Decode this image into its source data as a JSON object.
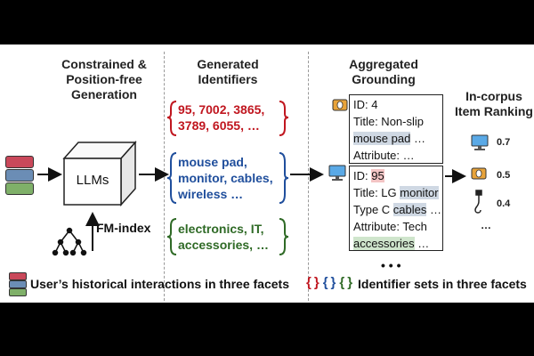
{
  "headers": {
    "generation": [
      "Constrained &",
      "Position-free",
      "Generation"
    ],
    "identifiers": [
      "Generated",
      "Identifiers"
    ],
    "grounding": [
      "Aggregated",
      "Grounding"
    ],
    "ranking": [
      "In-corpus",
      "Item Ranking"
    ]
  },
  "model": {
    "label": "LLMs",
    "index_label": "FM-index"
  },
  "identifier_sets": {
    "ids": [
      "95, 7002, 3865,",
      "3789, 6055, …"
    ],
    "titles": [
      "mouse pad,",
      "monitor, cables,",
      "wireless …"
    ],
    "attributes": [
      "electronics, IT,",
      "accessories, …"
    ]
  },
  "card1": {
    "id_line": "ID: 4",
    "title_prefix": "Title: Non-slip",
    "title_highlight": "mouse pad",
    "title_suffix": " …",
    "attr_line": "Attribute: …"
  },
  "card2": {
    "id_prefix": "ID: ",
    "id_highlight": "95",
    "title_prefix": "Title: LG ",
    "title_highlight": "monitor",
    "type_prefix": "Type C ",
    "type_highlight": "cables",
    "type_suffix": " …",
    "attr_prefix": "Attribute: Tech",
    "attr_highlight": "accessories",
    "attr_suffix": " …"
  },
  "more_marker": "• • •",
  "ranking": {
    "scores": [
      "0.7",
      "0.5",
      "0.4"
    ],
    "more": "…"
  },
  "legend": {
    "history": "User’s historical interactions in three facets",
    "identifier_sets": "Identifier sets in three facets",
    "brace_open": "{",
    "brace_close": "}"
  },
  "colors": {
    "red": "#c0161f",
    "blue": "#1f4e9c",
    "green": "#2f6a26",
    "facet_red": "#c9485a",
    "facet_blue": "#6b8db5",
    "facet_green": "#7fb069"
  }
}
